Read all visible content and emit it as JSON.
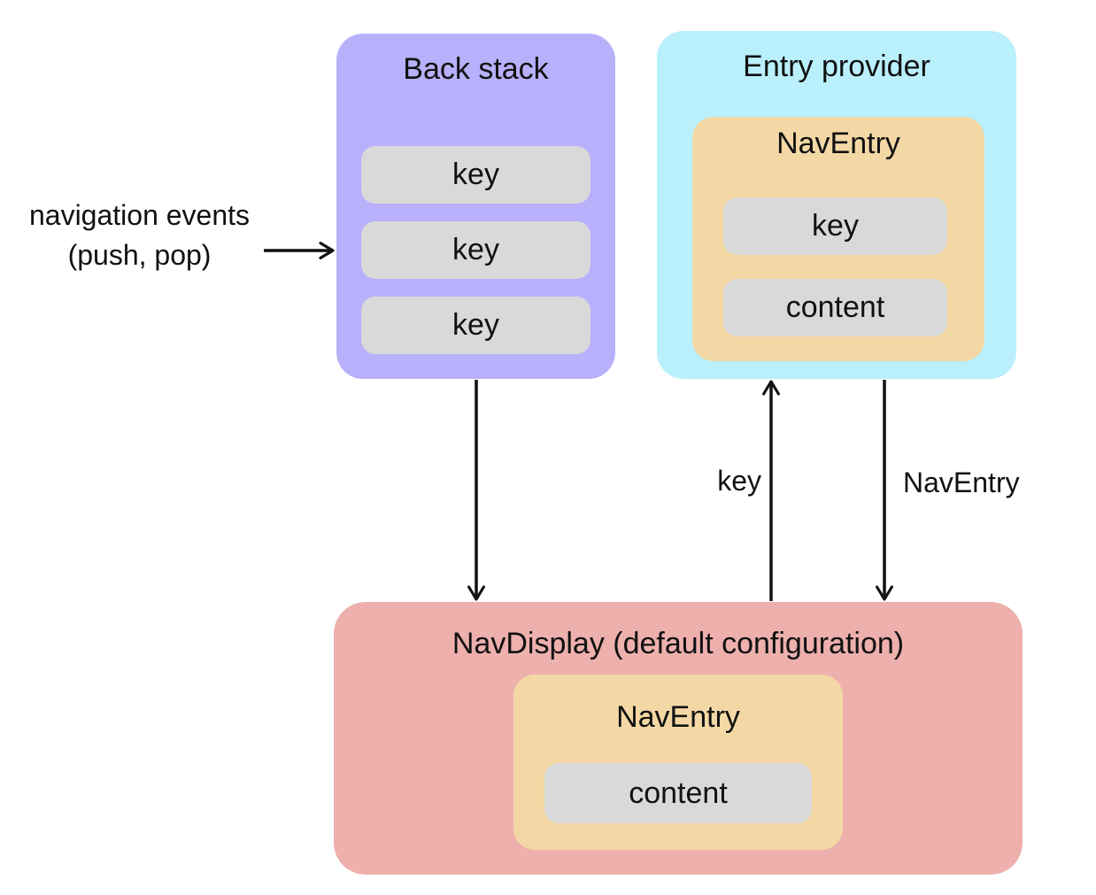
{
  "colors": {
    "back_stack_bg": "#b8b0fa",
    "entry_provider_bg": "#b9f0fb",
    "nav_entry_bg": "#f3d8a5",
    "nav_display_bg": "#edb0ad",
    "item_bg": "#d9d9d9",
    "text": "#111111",
    "arrow": "#111111"
  },
  "back_stack": {
    "title": "Back stack",
    "keys": [
      "key",
      "key",
      "key"
    ]
  },
  "entry_provider": {
    "title": "Entry provider",
    "nav_entry": {
      "title": "NavEntry",
      "key": "key",
      "content": "content"
    }
  },
  "nav_display": {
    "title": "NavDisplay (default configuration)",
    "nav_entry": {
      "title": "NavEntry",
      "content": "content"
    }
  },
  "annotations": {
    "navigation_events_line1": "navigation events",
    "navigation_events_line2": "(push, pop)",
    "key_arrow_label": "key",
    "nav_entry_arrow_label": "NavEntry"
  }
}
